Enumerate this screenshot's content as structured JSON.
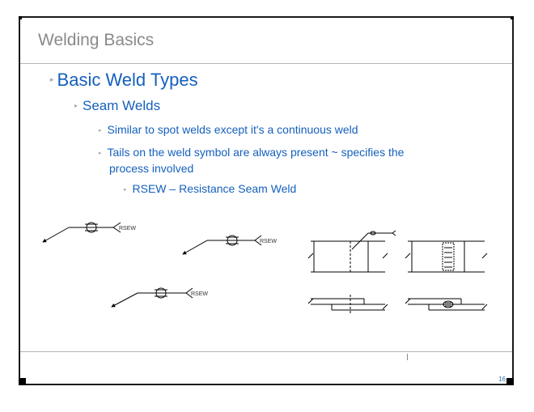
{
  "slide": {
    "title": "Welding Basics",
    "page_number": "16",
    "bullets": {
      "level1": "Basic Weld Types",
      "level2": "Seam Welds",
      "level3": [
        "Similar to spot welds except it's a continuous weld",
        "Tails on the weld symbol are always present ~ specifies the",
        "process involved"
      ],
      "level4": "RSEW – Resistance Seam Weld"
    },
    "diagrams": {
      "symbol_tail_label": "RSEW"
    },
    "colors": {
      "title": "#8a8a8a",
      "bullet_text": "#1560bd",
      "bullet_marker": "#a8a8a8",
      "frame": "#1a1a1a"
    }
  }
}
